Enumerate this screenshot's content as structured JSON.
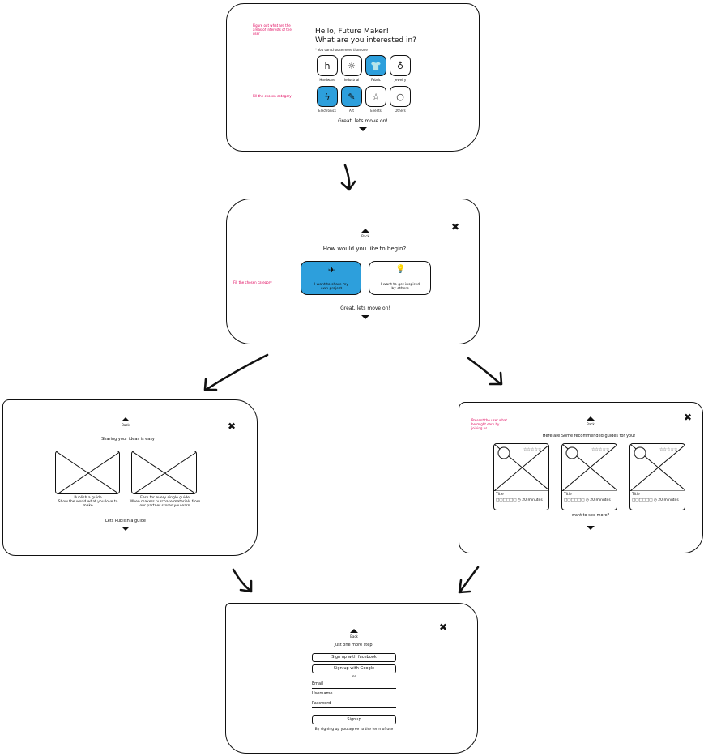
{
  "screen1": {
    "annotation_top": "Figure out what are the areas of interests of the user",
    "annotation_side": "Fill the chosen category",
    "greeting": "Hello, Future Maker!",
    "question": "What are you interested in?",
    "hint": "* You can choose more than one",
    "categories": [
      {
        "label": "Hardware",
        "icon": "h",
        "selected": false
      },
      {
        "label": "Industrial",
        "icon": "☼",
        "selected": false
      },
      {
        "label": "Fabric",
        "icon": "👕",
        "selected": true
      },
      {
        "label": "Jewelry",
        "icon": "♁",
        "selected": false
      },
      {
        "label": "Electronics",
        "icon": "ϟ",
        "selected": true
      },
      {
        "label": "Art",
        "icon": "✎",
        "selected": true
      },
      {
        "label": "Events",
        "icon": "☆",
        "selected": false
      },
      {
        "label": "Others",
        "icon": "○",
        "selected": false
      }
    ],
    "continue_label": "Great, lets move on!"
  },
  "screen2": {
    "back_label": "Back",
    "close_label": "✖",
    "annotation_side": "Fill the chosen category",
    "question": "How would you like to begin?",
    "options": [
      {
        "label": "I want to share my own project",
        "icon": "✈",
        "selected": true
      },
      {
        "label": "I want to get inspired by others",
        "icon": "💡",
        "selected": false
      }
    ],
    "continue_label": "Great, lets move on!"
  },
  "screen3": {
    "back_label": "Back",
    "close_label": "✖",
    "title": "Sharing your ideas is easy",
    "cards": [
      {
        "caption": "Publish a guide\nShow the world what you love to make"
      },
      {
        "caption": "Earn for every single guide\nWhen makers purchase materials from our partner stores you earn"
      }
    ],
    "cta_label": "Lets Publish a guide"
  },
  "screen4": {
    "back_label": "Back",
    "close_label": "✖",
    "annotation": "Present the user what he might earn by joining us",
    "title": "Here are Some recommended guides for you!",
    "guides": [
      {
        "title": "Title",
        "stars": "☆☆☆☆☆",
        "meta": "□□□□□□ ◷ 20 minutes"
      },
      {
        "title": "Title",
        "stars": "☆☆☆☆☆",
        "meta": "□□□□□□ ◷ 20 minutes"
      },
      {
        "title": "Title",
        "stars": "☆☆☆☆☆",
        "meta": "□□□□□□ ◷ 20 minutes"
      }
    ],
    "more_label": "want to see more?"
  },
  "screen5": {
    "back_label": "Back",
    "close_label": "✖",
    "title": "Just one more step!",
    "facebook_label": "Sign up with facebook",
    "google_label": "Sign up with Google",
    "or_label": "or",
    "email_label": "Email",
    "username_label": "Username",
    "password_label": "Password",
    "signup_label": "Signup",
    "terms": "By signing up you agree to the term of use"
  },
  "colors": {
    "accent": "#2d9fdc",
    "annotation": "#e0005a",
    "ink": "#111111"
  }
}
